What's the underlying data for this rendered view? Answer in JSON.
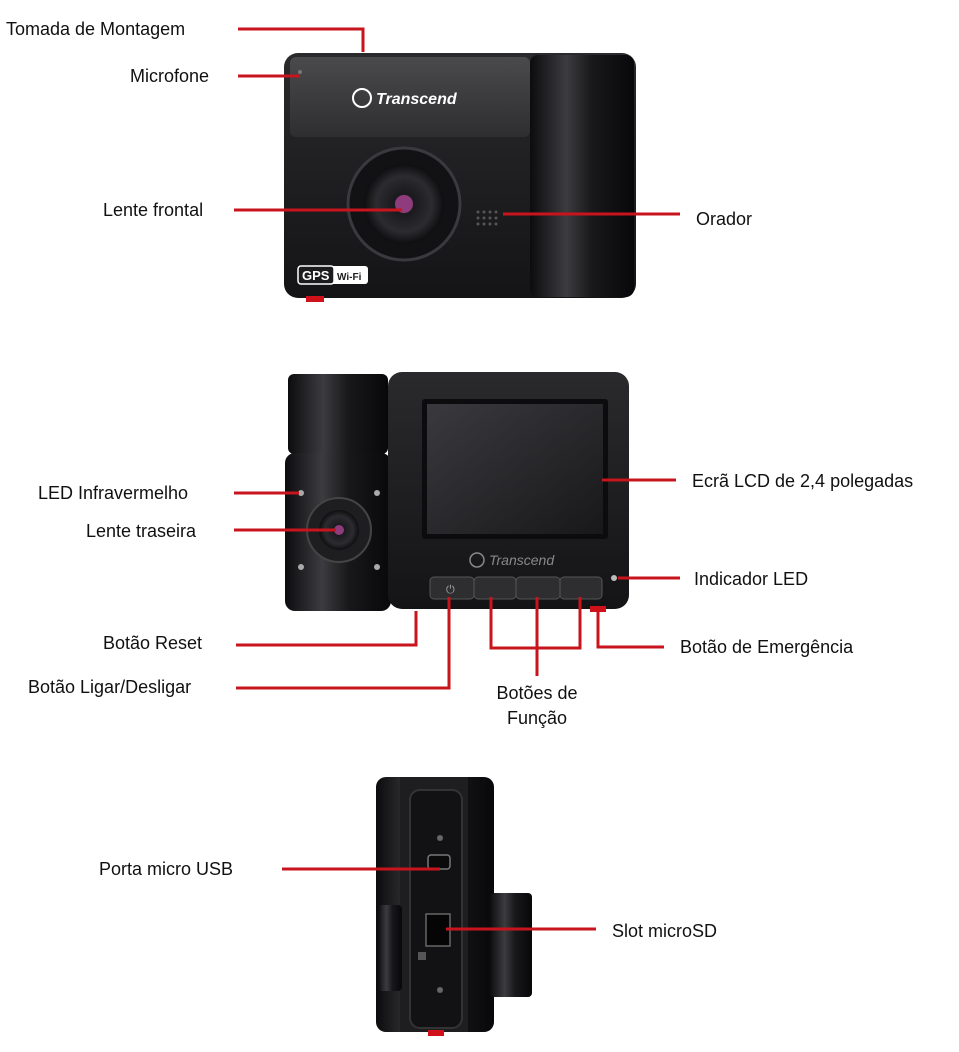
{
  "front_view": {
    "labels": {
      "mount_socket": "Tomada de Montagem",
      "microphone": "Microfone",
      "front_lens": "Lente frontal",
      "speaker": "Orador"
    },
    "brand": "Transcend",
    "badges": {
      "gps": "GPS",
      "wifi": "Wi-Fi"
    }
  },
  "back_view": {
    "labels": {
      "infrared_led": "LED  Infravermelho",
      "rear_lens": "Lente  traseira",
      "lcd_screen": "Ecrã LCD de 2,4 polegadas",
      "led_indicator": "Indicador LED",
      "reset_button": "Botão  Reset",
      "power_button": "Botão  Ligar/Desligar",
      "function_buttons_line1": "Botões de",
      "function_buttons_line2": "Função",
      "emergency_button": "Botão de Emergência"
    },
    "brand": "Transcend"
  },
  "side_view": {
    "labels": {
      "micro_usb_port": "Porta  micro  USB",
      "microsd_slot": "Slot microSD"
    }
  },
  "colors": {
    "leader_line": "#c8141c",
    "device_body": "#1c1c1e",
    "device_panel": "#3a3a3c",
    "accent_red": "#d0111a"
  }
}
